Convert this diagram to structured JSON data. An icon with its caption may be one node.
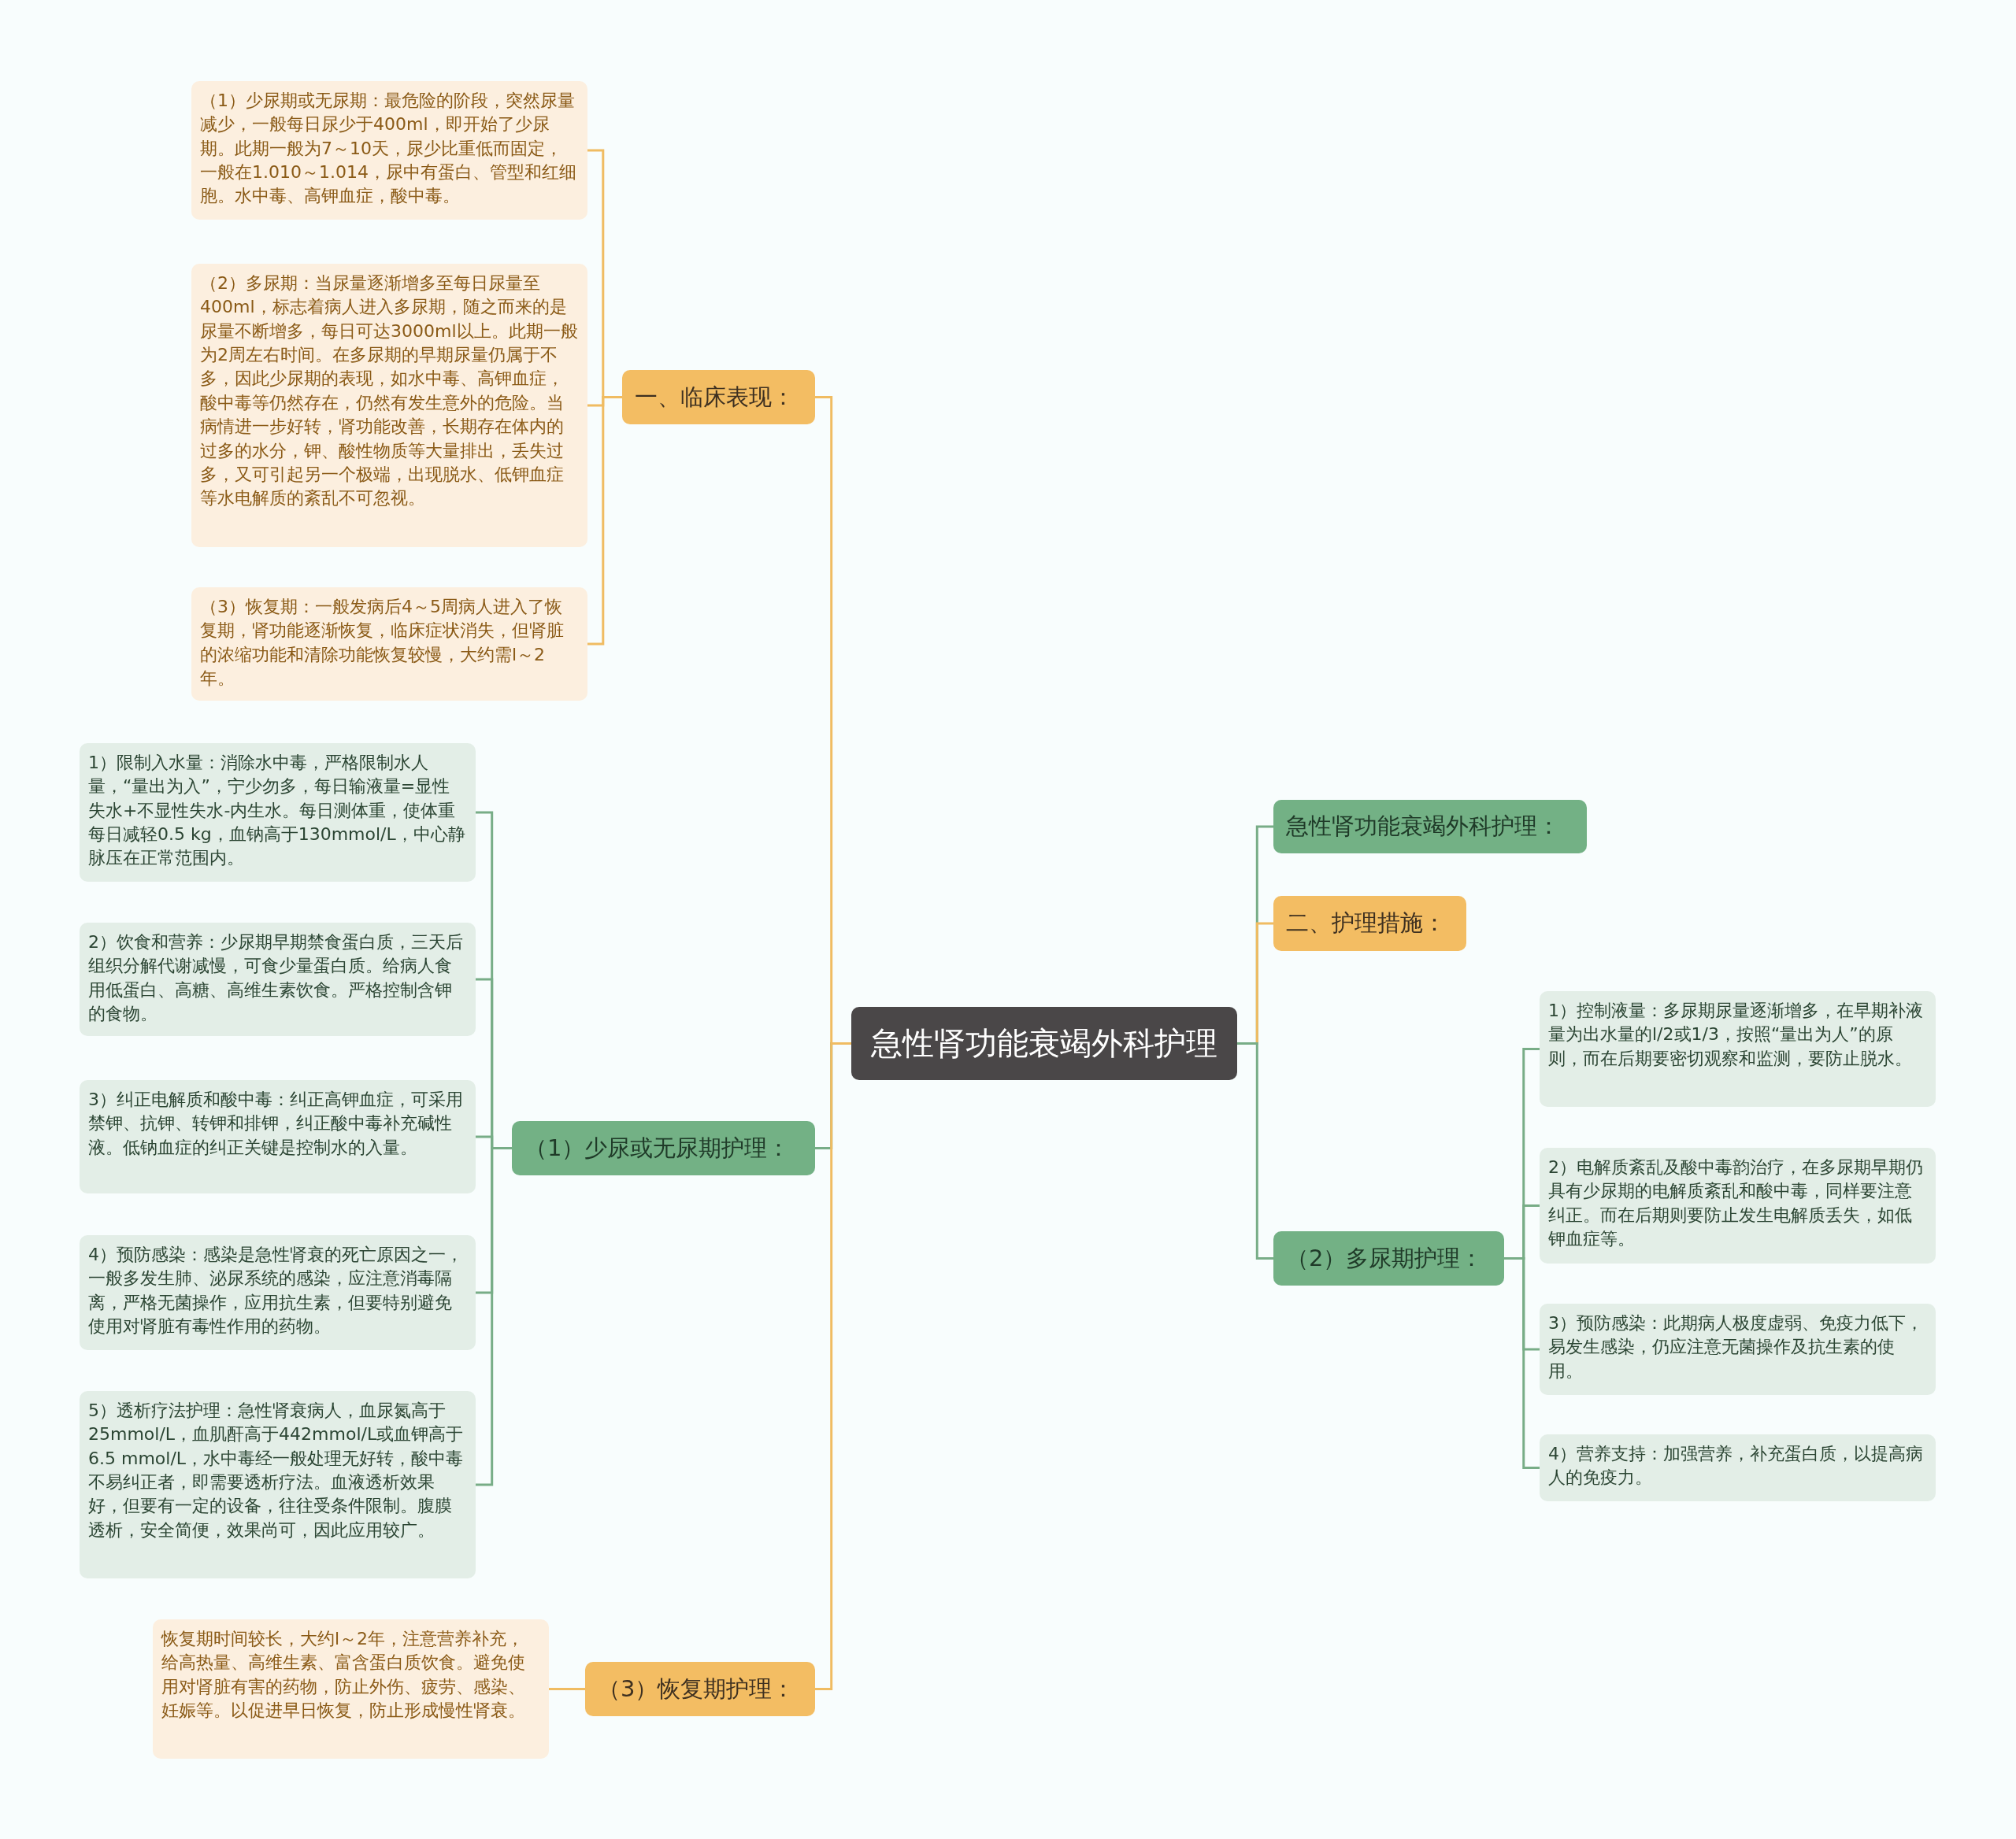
{
  "diagram": {
    "nodes": [
      {
        "text": [
          "急性肾功能衰竭外科护理"
        ]
      },
      {
        "text": [
          "一、临床表现："
        ]
      },
      {
        "text": [
          "（1）少尿期或无尿期：最危险的阶段，突然尿量减少，一般每日尿少于400ml，即开始了少尿期。此期一般为7～10天，尿少比重低而固定，一般在1.010～1.014，尿中有蛋白、管型和红细胞。水中毒、高钾血症，酸中毒。"
        ]
      },
      {
        "text": [
          "（2）多尿期：当尿量逐渐增多至每日尿量至400ml，标志着病人进入多尿期，随之而来的是尿量不断增多，每日可达3000ml以上。此期一般为2周左右时间。在多尿期的早期尿量仍属于不多，因此少尿期的表现，如水中毒、高钾血症，酸中毒等仍然存在，仍然有发生意外的危险。当病情进一步好转，肾功能改善，长期存在体内的过多的水分，钾、酸性物质等大量排出，丢失过多，又可引起另一个极端，出现脱水、低钾血症等水电解质的紊乱不可忽视。"
        ]
      },
      {
        "text": [
          "（3）恢复期：一般发病后4～5周病人进入了恢复期，肾功能逐渐恢复，临床症状消失，但肾脏的浓缩功能和清除功能恢复较慢，大约需l～2年。"
        ]
      },
      {
        "text": [
          "（1）少尿或无尿期护理："
        ]
      },
      {
        "text": [
          "1）限制入水量：消除水中毒，严格限制水人量，“量出为入”，宁少勿多，每日输液量=显性失水+不显性失水-内生水。每日测体重，使体重每日减轻0.5 kg，血钠高于130mmol/L，中心静脉压在正常范围内。"
        ]
      },
      {
        "text": [
          "2）饮食和营养：少尿期早期禁食蛋白质，三天后组织分解代谢减慢，可食少量蛋白质。给病人食用低蛋白、高糖、高维生素饮食。严格控制含钾的食物。"
        ]
      },
      {
        "text": [
          "3）纠正电解质和酸中毒：纠正高钾血症，可采用禁钾、抗钾、转钾和排钾，纠正酸中毒补充碱性液。低钠血症的纠正关键是控制水的入量。"
        ]
      },
      {
        "text": [
          "4）预防感染：感染是急性肾衰的死亡原因之一，一般多发生肺、泌尿系统的感染，应注意消毒隔离，严格无菌操作，应用抗生素，但要特别避免使用对肾脏有毒性作用的药物。"
        ]
      },
      {
        "text": [
          "5）透析疗法护理：急性肾衰病人，血尿氮高于25mmol/L，血肌酐高于442mmol/L或血钾高于6.5 mmol/L，水中毒经一般处理无好转，酸中毒不易纠正者，即需要透析疗法。血液透析效果好，但要有一定的设备，往往受条件限制。腹膜透析，安全简便，效果尚可，因此应用较广。"
        ]
      },
      {
        "text": [
          "（3）恢复期护理："
        ]
      },
      {
        "text": [
          "恢复期时间较长，大约l～2年，注意营养补充，给高热量、高维生素、富含蛋白质饮食。避免使用对肾脏有害的药物，防止外伤、疲劳、感染、妊娠等。以促进早日恢复，防止形成慢性肾衰。"
        ]
      },
      {
        "text": [
          "急性肾功能衰竭外科护理："
        ]
      },
      {
        "text": [
          "二、护理措施："
        ]
      },
      {
        "text": [
          "（2）多尿期护理："
        ]
      },
      {
        "text": [
          "1）控制液量：多尿期尿量逐渐增多，在早期补液量为出水量的l/2或1/3，按照“量出为人”的原则，而在后期要密切观察和监测，要防止脱水。"
        ]
      },
      {
        "text": [
          "2）电解质紊乱及酸中毒韵治疗，在多尿期早期仍具有少尿期的电解质紊乱和酸中毒，同样要注意纠正。而在后期则要防止发生电解质丢失，如低钾血症等。"
        ]
      },
      {
        "text": [
          "3）预防感染：此期病人极度虚弱、免疫力低下，易发生感染，仍应注意无菌操作及抗生素的使用。"
        ]
      },
      {
        "text": [
          "4）营养支持：加强营养，补充蛋白质，以提高病人的免疫力。"
        ]
      }
    ],
    "edges": [
      {
        "from": 0,
        "to": 1,
        "arrow": "none",
        "color": "#f0bc62"
      },
      {
        "from": 1,
        "to": 2,
        "arrow": "none",
        "color": "#f0bc62"
      },
      {
        "from": 1,
        "to": 3,
        "arrow": "none",
        "color": "#f0bc62"
      },
      {
        "from": 1,
        "to": 4,
        "arrow": "none",
        "color": "#f0bc62"
      },
      {
        "from": 0,
        "to": 5,
        "arrow": "none"
      },
      {
        "from": 5,
        "to": 6,
        "arrow": "none"
      },
      {
        "from": 5,
        "to": 7,
        "arrow": "none"
      },
      {
        "from": 5,
        "to": 8,
        "arrow": "none"
      },
      {
        "from": 5,
        "to": 9,
        "arrow": "none"
      },
      {
        "from": 5,
        "to": 10,
        "arrow": "none"
      },
      {
        "from": 0,
        "to": 11,
        "arrow": "none",
        "color": "#f0bc62"
      },
      {
        "from": 11,
        "to": 12,
        "arrow": "none",
        "color": "#f0bc62"
      },
      {
        "from": 0,
        "to": 13,
        "arrow": "none"
      },
      {
        "from": 0,
        "to": 14,
        "arrow": "none",
        "color": "#f0bc62"
      },
      {
        "from": 0,
        "to": 15,
        "arrow": "none"
      },
      {
        "from": 15,
        "to": 16,
        "arrow": "none"
      },
      {
        "from": 15,
        "to": 17,
        "arrow": "none"
      },
      {
        "from": 15,
        "to": 18,
        "arrow": "none"
      },
      {
        "from": 15,
        "to": 19,
        "arrow": "none"
      }
    ]
  }
}
